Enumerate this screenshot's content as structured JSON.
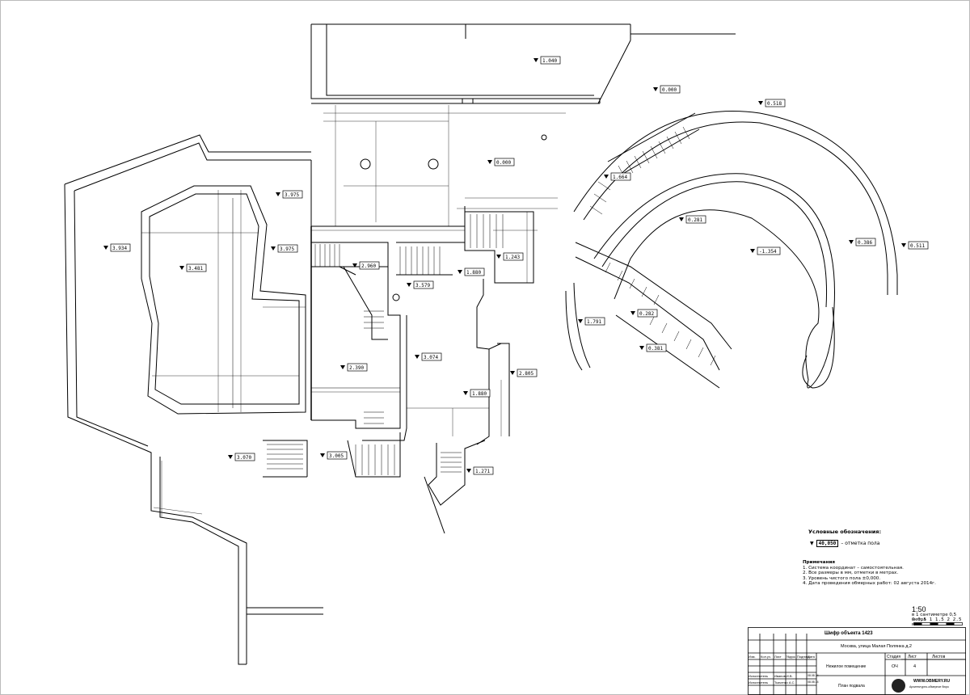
{
  "levels": [
    {
      "id": "lv-1040",
      "text": "1.040"
    },
    {
      "id": "lv-0000a",
      "text": "0.000"
    },
    {
      "id": "lv-0000b",
      "text": "0.000"
    },
    {
      "id": "lv-0518",
      "text": "0.518"
    },
    {
      "id": "lv-3975a",
      "text": "3.975"
    },
    {
      "id": "lv-3934",
      "text": "3.934"
    },
    {
      "id": "lv-3481",
      "text": "3.481"
    },
    {
      "id": "lv-3975b",
      "text": "3.975"
    },
    {
      "id": "lv-2960",
      "text": "2.960"
    },
    {
      "id": "lv-1880",
      "text": "1.880"
    },
    {
      "id": "lv-1243",
      "text": "1.243"
    },
    {
      "id": "lv-3579",
      "text": "3.579"
    },
    {
      "id": "lv-1664",
      "text": "1.664"
    },
    {
      "id": "lv-0281",
      "text": "0.281"
    },
    {
      "id": "lv-1354",
      "text": "-1.354"
    },
    {
      "id": "lv-0386",
      "text": "0.386"
    },
    {
      "id": "lv-0511",
      "text": "0.511"
    },
    {
      "id": "lv-0282",
      "text": "0.282"
    },
    {
      "id": "lv-1791",
      "text": "1.791"
    },
    {
      "id": "lv-0381",
      "text": "0.381"
    },
    {
      "id": "lv-3074",
      "text": "3.074"
    },
    {
      "id": "lv-2390",
      "text": "2.390"
    },
    {
      "id": "lv-2805",
      "text": "2.805"
    },
    {
      "id": "lv-1880b",
      "text": "1.880"
    },
    {
      "id": "lv-3070",
      "text": "3.070"
    },
    {
      "id": "lv-3005",
      "text": "3.005"
    },
    {
      "id": "lv-1271",
      "text": "1.271"
    }
  ],
  "legend": {
    "title": "Условные обозначения:",
    "symbol_value": "40,050",
    "symbol_desc": "– отметка пола"
  },
  "notes": {
    "title": "Примечания",
    "items": [
      "1.   Система координат – самостоятельная.",
      "2.   Все размеры в мм, отметки в метрах.",
      "3.   Уровень чистого пола ±0,000.",
      "4.   Дата проведения обмерных работ: 02 августа 2014г."
    ]
  },
  "scale": {
    "ratio": "1:50",
    "desc": "в 1 сантиметре 0,5 метра",
    "ticks": "0  0,5  1  1,5  2  2,5 м"
  },
  "stamp": {
    "code": "Шифр объекта 1423",
    "address": "Москва, улица Малая Полянка д.2",
    "stage_hdr": "Стадия",
    "sheet_hdr": "Лист",
    "sheets_hdr": "Листов",
    "stage": "ОЧ",
    "sheet": "4",
    "name": "Нежилое помещение",
    "plan": "План подвала",
    "hdr_izm": "Изм.",
    "hdr_kol": "Кол.уч.",
    "hdr_list": "Лист",
    "hdr_doc": "№док.",
    "hdr_sign": "Подпись",
    "hdr_date": "Дата",
    "role1": "Исполнитель",
    "person1": "Иванов И.В.",
    "date1": "08.08.14",
    "role2": "Исполнитель",
    "person2": "Ткаченко А.С.",
    "date2": "08.08.14",
    "site": "WWW.OBMERY.RU",
    "org": "Архитектурно-обмерное бюро"
  }
}
